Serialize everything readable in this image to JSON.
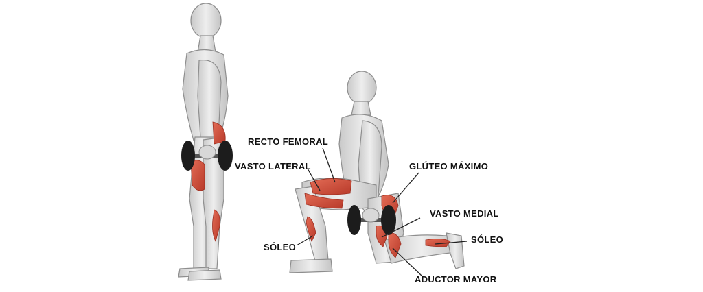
{
  "labels": {
    "recto_femoral": "RECTO FEMORAL",
    "vasto_lateral": "VASTO LATERAL",
    "gluteo_maximo": "GLÚTEO MÁXIMO",
    "vasto_medial": "VASTO MEDIAL",
    "soleo_left": "SÓLEO",
    "soleo_right": "SÓLEO",
    "aductor_mayor": "ADUCTOR MAYOR"
  },
  "colors": {
    "background": "#ffffff",
    "skin": "#e6e6e6",
    "skin_shadow": "#b9b9b9",
    "outline": "#8e8e8e",
    "muscle_highlight": "#d9523f",
    "dumbbell": "#1c1c1c",
    "leader_line": "#222222",
    "label_text": "#111111"
  }
}
